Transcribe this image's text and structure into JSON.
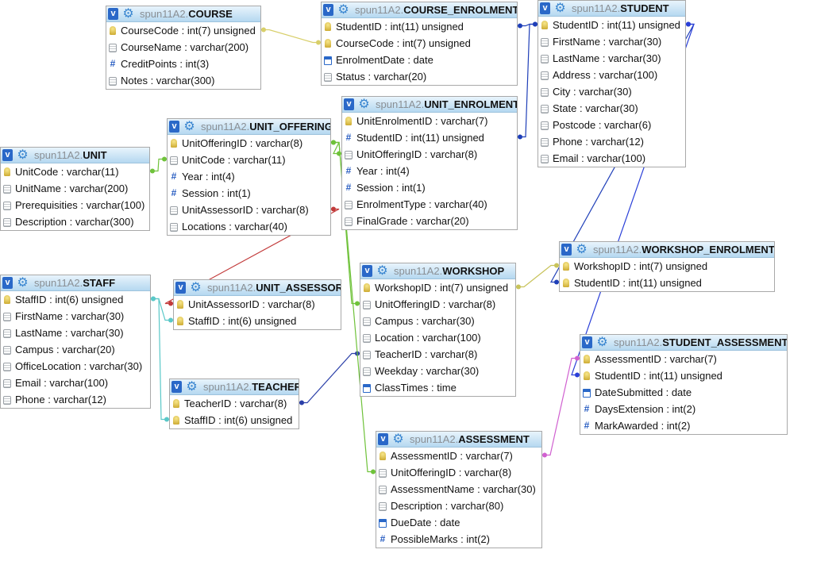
{
  "schema_label": "spun11A2.",
  "tables": [
    {
      "id": "course",
      "name": "COURSE",
      "fields": [
        {
          "label": "CourseCode : int(7) unsigned",
          "icon": "key-icon"
        },
        {
          "label": "CourseName : varchar(200)",
          "icon": "text-field-icon"
        },
        {
          "label": "CreditPoints : int(3)",
          "icon": "number-field-icon"
        },
        {
          "label": "Notes : varchar(300)",
          "icon": "text-field-icon"
        }
      ]
    },
    {
      "id": "course_enrolment",
      "name": "COURSE_ENROLMENT",
      "fields": [
        {
          "label": "StudentID : int(11) unsigned",
          "icon": "key-icon"
        },
        {
          "label": "CourseCode : int(7) unsigned",
          "icon": "key-icon"
        },
        {
          "label": "EnrolmentDate : date",
          "icon": "date-field-icon"
        },
        {
          "label": "Status : varchar(20)",
          "icon": "text-field-icon"
        }
      ]
    },
    {
      "id": "student",
      "name": "STUDENT",
      "fields": [
        {
          "label": "StudentID : int(11) unsigned",
          "icon": "key-icon"
        },
        {
          "label": "FirstName : varchar(30)",
          "icon": "text-field-icon"
        },
        {
          "label": "LastName : varchar(30)",
          "icon": "text-field-icon"
        },
        {
          "label": "Address : varchar(100)",
          "icon": "text-field-icon"
        },
        {
          "label": "City : varchar(30)",
          "icon": "text-field-icon"
        },
        {
          "label": "State : varchar(30)",
          "icon": "text-field-icon"
        },
        {
          "label": "Postcode : varchar(6)",
          "icon": "text-field-icon"
        },
        {
          "label": "Phone : varchar(12)",
          "icon": "text-field-icon"
        },
        {
          "label": "Email : varchar(100)",
          "icon": "text-field-icon"
        }
      ]
    },
    {
      "id": "unit_enrolment",
      "name": "UNIT_ENROLMENT",
      "fields": [
        {
          "label": "UnitEnrolmentID : varchar(7)",
          "icon": "key-icon"
        },
        {
          "label": "StudentID : int(11) unsigned",
          "icon": "number-field-icon"
        },
        {
          "label": "UnitOfferingID : varchar(8)",
          "icon": "text-field-icon"
        },
        {
          "label": "Year : int(4)",
          "icon": "number-field-icon"
        },
        {
          "label": "Session : int(1)",
          "icon": "number-field-icon"
        },
        {
          "label": "EnrolmentType : varchar(40)",
          "icon": "text-field-icon"
        },
        {
          "label": "FinalGrade : varchar(20)",
          "icon": "text-field-icon"
        }
      ]
    },
    {
      "id": "unit_offering",
      "name": "UNIT_OFFERING",
      "fields": [
        {
          "label": "UnitOfferingID : varchar(8)",
          "icon": "key-icon"
        },
        {
          "label": "UnitCode : varchar(11)",
          "icon": "text-field-icon"
        },
        {
          "label": "Year : int(4)",
          "icon": "number-field-icon"
        },
        {
          "label": "Session : int(1)",
          "icon": "number-field-icon"
        },
        {
          "label": "UnitAssessorID : varchar(8)",
          "icon": "text-field-icon"
        },
        {
          "label": "Locations : varchar(40)",
          "icon": "text-field-icon"
        }
      ]
    },
    {
      "id": "unit",
      "name": "UNIT",
      "fields": [
        {
          "label": "UnitCode : varchar(11)",
          "icon": "key-icon"
        },
        {
          "label": "UnitName : varchar(200)",
          "icon": "text-field-icon"
        },
        {
          "label": "Prerequisities : varchar(100)",
          "icon": "text-field-icon"
        },
        {
          "label": "Description : varchar(300)",
          "icon": "text-field-icon"
        }
      ]
    },
    {
      "id": "staff",
      "name": "STAFF",
      "fields": [
        {
          "label": "StaffID : int(6) unsigned",
          "icon": "key-icon"
        },
        {
          "label": "FirstName : varchar(30)",
          "icon": "text-field-icon"
        },
        {
          "label": "LastName : varchar(30)",
          "icon": "text-field-icon"
        },
        {
          "label": "Campus : varchar(20)",
          "icon": "text-field-icon"
        },
        {
          "label": "OfficeLocation : varchar(30)",
          "icon": "text-field-icon"
        },
        {
          "label": "Email : varchar(100)",
          "icon": "text-field-icon"
        },
        {
          "label": "Phone : varchar(12)",
          "icon": "text-field-icon"
        }
      ]
    },
    {
      "id": "unit_assessor",
      "name": "UNIT_ASSESSOR",
      "fields": [
        {
          "label": "UnitAssessorID : varchar(8)",
          "icon": "key-icon"
        },
        {
          "label": "StaffID : int(6) unsigned",
          "icon": "key-icon"
        }
      ]
    },
    {
      "id": "teacher",
      "name": "TEACHER",
      "fields": [
        {
          "label": "TeacherID : varchar(8)",
          "icon": "key-icon"
        },
        {
          "label": "StaffID : int(6) unsigned",
          "icon": "key-icon"
        }
      ]
    },
    {
      "id": "workshop",
      "name": "WORKSHOP",
      "fields": [
        {
          "label": "WorkshopID : int(7) unsigned",
          "icon": "key-icon"
        },
        {
          "label": "UnitOfferingID : varchar(8)",
          "icon": "text-field-icon"
        },
        {
          "label": "Campus : varchar(30)",
          "icon": "text-field-icon"
        },
        {
          "label": "Location : varchar(100)",
          "icon": "text-field-icon"
        },
        {
          "label": "TeacherID : varchar(8)",
          "icon": "text-field-icon"
        },
        {
          "label": "Weekday : varchar(30)",
          "icon": "text-field-icon"
        },
        {
          "label": "ClassTimes : time",
          "icon": "date-field-icon"
        }
      ]
    },
    {
      "id": "workshop_enrolment",
      "name": "WORKSHOP_ENROLMENT",
      "fields": [
        {
          "label": "WorkshopID : int(7) unsigned",
          "icon": "key-icon"
        },
        {
          "label": "StudentID : int(11) unsigned",
          "icon": "key-icon"
        }
      ]
    },
    {
      "id": "student_assessment",
      "name": "STUDENT_ASSESSMENT",
      "fields": [
        {
          "label": "AssessmentID : varchar(7)",
          "icon": "key-icon"
        },
        {
          "label": "StudentID : int(11) unsigned",
          "icon": "key-icon"
        },
        {
          "label": "DateSubmitted : date",
          "icon": "date-field-icon"
        },
        {
          "label": "DaysExtension : int(2)",
          "icon": "number-field-icon"
        },
        {
          "label": "MarkAwarded : int(2)",
          "icon": "number-field-icon"
        }
      ]
    },
    {
      "id": "assessment",
      "name": "ASSESSMENT",
      "fields": [
        {
          "label": "AssessmentID : varchar(7)",
          "icon": "key-icon"
        },
        {
          "label": "UnitOfferingID : varchar(8)",
          "icon": "text-field-icon"
        },
        {
          "label": "AssessmentName : varchar(30)",
          "icon": "text-field-icon"
        },
        {
          "label": "Description : varchar(80)",
          "icon": "text-field-icon"
        },
        {
          "label": "DueDate : date",
          "icon": "date-field-icon"
        },
        {
          "label": "PossibleMarks : int(2)",
          "icon": "number-field-icon"
        }
      ]
    }
  ],
  "relations": [
    {
      "from": "course_enrolment",
      "from_field": 1,
      "to": "course",
      "to_field": 0,
      "color": "#d8cf6a"
    },
    {
      "from": "course_enrolment",
      "from_field": 0,
      "to": "student",
      "to_field": 0,
      "color": "#1f3fb8"
    },
    {
      "from": "unit_enrolment",
      "from_field": 1,
      "to": "student",
      "to_field": 0,
      "color": "#1f3fb8"
    },
    {
      "from": "unit_enrolment",
      "from_field": 2,
      "to": "unit_offering",
      "to_field": 0,
      "color": "#6fc23a"
    },
    {
      "from": "unit_offering",
      "from_field": 1,
      "to": "unit",
      "to_field": 0,
      "color": "#6fc23a"
    },
    {
      "from": "unit_offering",
      "from_field": 4,
      "to": "unit_assessor",
      "to_field": 0,
      "color": "#c23a3a"
    },
    {
      "from": "unit_assessor",
      "from_field": 1,
      "to": "staff",
      "to_field": 0,
      "color": "#5ac8c8"
    },
    {
      "from": "teacher",
      "from_field": 1,
      "to": "staff",
      "to_field": 0,
      "color": "#5ac8c8"
    },
    {
      "from": "workshop",
      "from_field": 1,
      "to": "unit_offering",
      "to_field": 0,
      "color": "#6fc23a"
    },
    {
      "from": "workshop",
      "from_field": 4,
      "to": "teacher",
      "to_field": 0,
      "color": "#2a3fa8"
    },
    {
      "from": "workshop_enrolment",
      "from_field": 0,
      "to": "workshop",
      "to_field": 0,
      "color": "#c8c35a"
    },
    {
      "from": "workshop_enrolment",
      "from_field": 1,
      "to": "student",
      "to_field": 0,
      "color": "#1f3fb8"
    },
    {
      "from": "student_assessment",
      "from_field": 1,
      "to": "student",
      "to_field": 0,
      "color": "#2a3fd8"
    },
    {
      "from": "student_assessment",
      "from_field": 0,
      "to": "assessment",
      "to_field": 0,
      "color": "#d060d0"
    },
    {
      "from": "assessment",
      "from_field": 1,
      "to": "unit_offering",
      "to_field": 0,
      "color": "#6fc23a"
    }
  ]
}
